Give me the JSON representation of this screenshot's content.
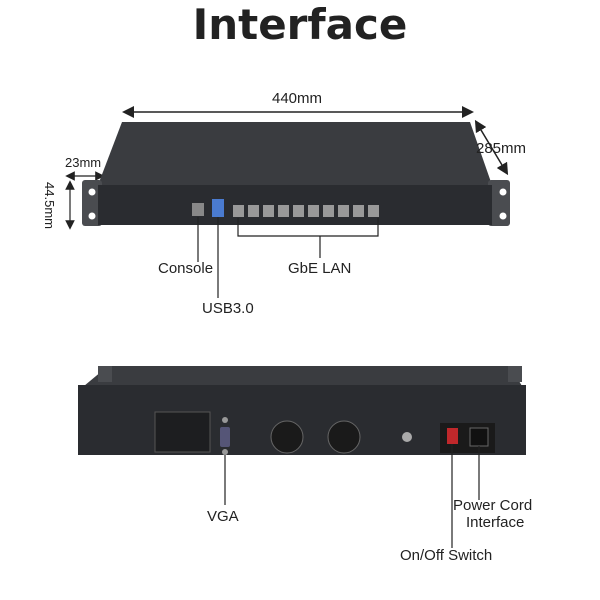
{
  "title": "Interface",
  "dimensions": {
    "width": "440mm",
    "depth": "285mm",
    "ear": "23mm",
    "height": "44.5mm"
  },
  "front_labels": {
    "console": "Console",
    "lan": "GbE LAN",
    "usb": "USB3.0"
  },
  "back_labels": {
    "vga": "VGA",
    "power": "Power Cord\nInterface",
    "power_line1": "Power Cord",
    "power_line2": "Interface",
    "switch": "On/Off Switch"
  },
  "colors": {
    "body": "#2a2c30",
    "top": "#3a3c40",
    "switch": "#c0282b"
  }
}
